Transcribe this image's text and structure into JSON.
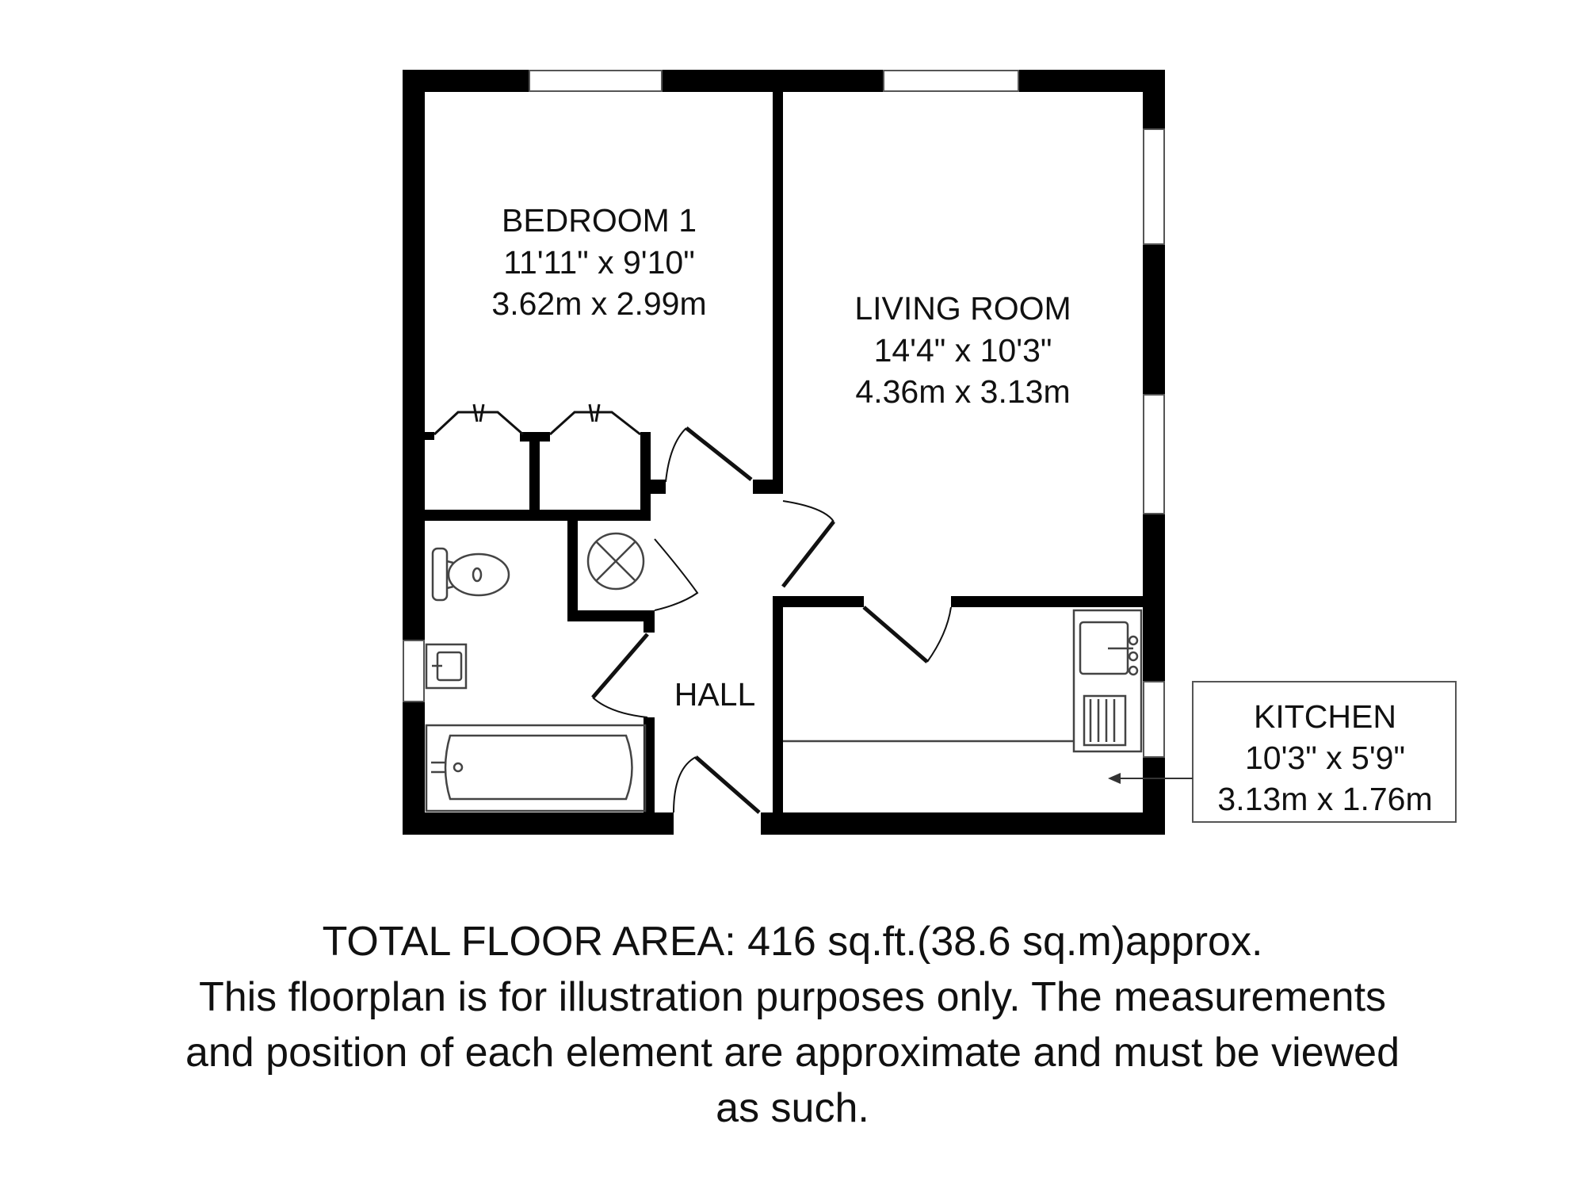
{
  "rooms": {
    "bedroom": {
      "name": "BEDROOM 1",
      "imperial": "11'11\" x 9'10\"",
      "metric": "3.62m x 2.99m"
    },
    "living": {
      "name": "LIVING ROOM",
      "imperial": "14'4\" x 10'3\"",
      "metric": "4.36m x 3.13m"
    },
    "hall": {
      "name": "HALL"
    },
    "kitchen": {
      "name": "KITCHEN",
      "imperial": "10'3\" x 5'9\"",
      "metric": "3.13m x 1.76m"
    }
  },
  "footer": {
    "area": "TOTAL FLOOR AREA: 416 sq.ft.(38.6 sq.m)approx.",
    "disclaimer_line1": "This floorplan is for illustration purposes only. The measurements",
    "disclaimer_line2": "and position of each element are approximate and must be viewed",
    "disclaimer_line3": "as such."
  },
  "colors": {
    "wall": "#000000",
    "background": "#ffffff",
    "text": "#111111"
  }
}
